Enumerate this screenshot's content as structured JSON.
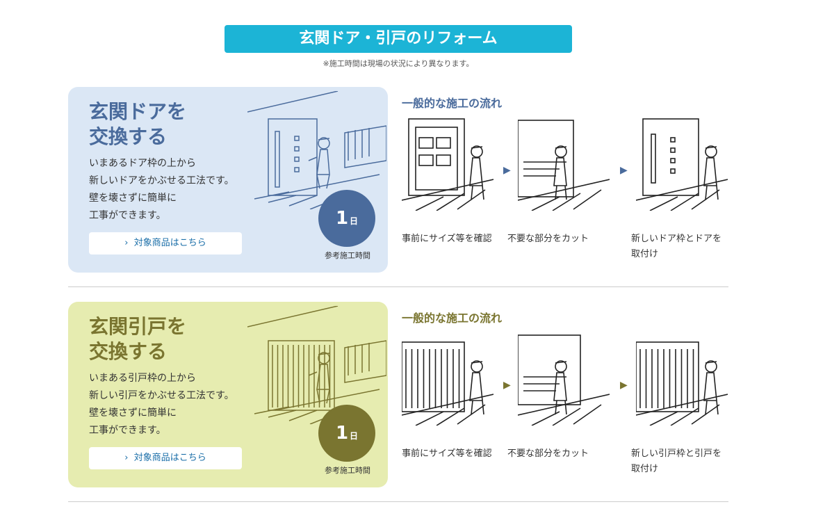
{
  "header": {
    "title": "玄関ドア・引戸のリフォーム",
    "note": "※施工時間は現場の状況により異なります。"
  },
  "colors": {
    "banner": "#1cb4d6",
    "door_card": "#dbe7f5",
    "door_accent": "#4a6b9c",
    "sliding_card": "#e6ecb0",
    "sliding_accent": "#7a7530"
  },
  "sections": [
    {
      "title_line1": "玄関ドアを",
      "title_line2": "交換する",
      "desc": [
        "いまあるドア枠の上から",
        "新しいドアをかぶせる工法です。",
        "壁を壊さずに簡単に",
        "工事ができます。"
      ],
      "button": "対象商品はこちら",
      "days": "1",
      "days_unit": "日",
      "ref_label": "参考施工時間",
      "flow_title": "一般的な施工の流れ",
      "steps": [
        [
          "事前にサイズ等を確認"
        ],
        [
          "不要な部分をカット"
        ],
        [
          "新しいドア枠とドアを",
          "取付け"
        ]
      ]
    },
    {
      "title_line1": "玄関引戸を",
      "title_line2": "交換する",
      "desc": [
        "いまある引戸枠の上から",
        "新しい引戸をかぶせる工法です。",
        "壁を壊さずに簡単に",
        "工事ができます。"
      ],
      "button": "対象商品はこちら",
      "days": "1",
      "days_unit": "日",
      "ref_label": "参考施工時間",
      "flow_title": "一般的な施工の流れ",
      "steps": [
        [
          "事前にサイズ等を確認"
        ],
        [
          "不要な部分をカット"
        ],
        [
          "新しい引戸枠と引戸を",
          "取付け"
        ]
      ]
    }
  ]
}
